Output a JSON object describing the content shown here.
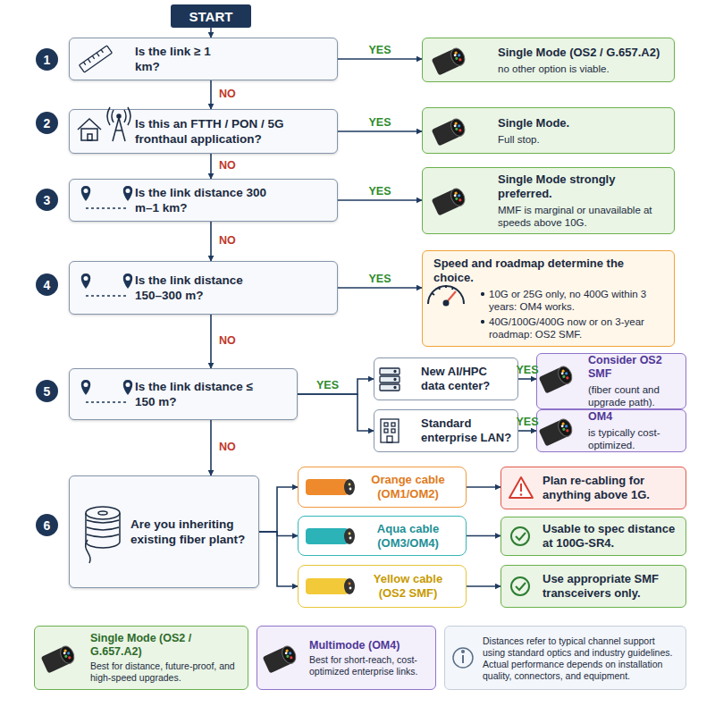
{
  "diagram": {
    "nodes": [
      {
        "text": [
          "START"
        ]
      },
      {
        "text": [
          "1"
        ]
      },
      {
        "text": [
          "Is the link ≥ 1 km?"
        ]
      },
      {
        "text": [
          "Single Mode (OS2 / G.657.A2)",
          "no other option is viable."
        ]
      },
      {
        "text": [
          "2"
        ]
      },
      {
        "text": [
          "Is this an FTTH / PON / 5G fronthaul application?"
        ]
      },
      {
        "text": [
          "Single Mode.",
          "Full stop."
        ]
      },
      {
        "text": [
          "3"
        ]
      },
      {
        "text": [
          "Is the link distance 300 m–1 km?"
        ]
      },
      {
        "text": [
          "Single Mode strongly preferred.",
          "MMF is marginal or unavailable at speeds above 10G."
        ]
      },
      {
        "text": [
          "4"
        ]
      },
      {
        "text": [
          "Is the link distance 150–300 m?"
        ]
      },
      {
        "text": [
          "Speed and roadmap determine the choice.",
          "10G or 25G only, no 400G within 3 years: OM4 works.",
          "40G/100G/400G now or on 3-year roadmap: OS2 SMF."
        ]
      },
      {
        "text": [
          "5"
        ]
      },
      {
        "text": [
          "Is the link distance ≤ 150 m?"
        ]
      },
      {
        "text": [
          "New AI/HPC data center?"
        ]
      },
      {
        "text": [
          "Consider OS2 SMF",
          "(fiber count and upgrade path)."
        ]
      },
      {
        "text": [
          "Standard enterprise LAN?"
        ]
      },
      {
        "text": [
          "OM4",
          "is typically cost-optimized."
        ]
      },
      {
        "text": [
          "6"
        ]
      },
      {
        "text": [
          "Are you inheriting existing fiber plant?"
        ]
      },
      {
        "text": [
          "Orange cable",
          "(OM1/OM2)"
        ]
      },
      {
        "text": [
          "Plan re-cabling for anything above 1G."
        ]
      },
      {
        "text": [
          "Aqua cable",
          "(OM3/OM4)"
        ]
      },
      {
        "text": [
          "Usable to spec distance at 100G-SR4."
        ]
      },
      {
        "text": [
          "Yellow cable",
          "(OS2 SMF)"
        ]
      },
      {
        "text": [
          "Use appropriate SMF transceivers only."
        ]
      },
      {
        "text": [
          "Single Mode (OS2 / G.657.A2)",
          "Best for distance, future-proof, and high-speed upgrades."
        ]
      },
      {
        "text": [
          "Multimode (OM4)",
          "Best for short-reach, cost-optimized enterprise links."
        ]
      },
      {
        "text": [
          "Distances refer to typical channel support using standard optics and industry guidelines. Actual performance depends on installation quality, connectors, and equipment."
        ]
      }
    ],
    "edges": [
      {
        "from": 0,
        "to": 2,
        "arrow": "to"
      },
      {
        "from": 2,
        "to": 3,
        "label": "YES",
        "arrow": "to"
      },
      {
        "from": 2,
        "to": 5,
        "label": "NO",
        "arrow": "to"
      },
      {
        "from": 5,
        "to": 6,
        "label": "YES",
        "arrow": "to"
      },
      {
        "from": 5,
        "to": 8,
        "label": "NO",
        "arrow": "to"
      },
      {
        "from": 8,
        "to": 9,
        "label": "YES",
        "arrow": "to"
      },
      {
        "from": 8,
        "to": 11,
        "label": "NO",
        "arrow": "to"
      },
      {
        "from": 11,
        "to": 12,
        "label": "YES",
        "arrow": "to"
      },
      {
        "from": 11,
        "to": 14,
        "label": "NO",
        "arrow": "to"
      },
      {
        "from": 14,
        "to": 15,
        "label": "YES",
        "arrow": "to"
      },
      {
        "from": 14,
        "to": 17,
        "arrow": "to"
      },
      {
        "from": 15,
        "to": 16,
        "label": "YES",
        "arrow": "to"
      },
      {
        "from": 17,
        "to": 18,
        "label": "YES",
        "arrow": "to"
      },
      {
        "from": 14,
        "to": 20,
        "label": "NO",
        "arrow": "to"
      },
      {
        "from": 20,
        "to": 21,
        "arrow": "to"
      },
      {
        "from": 20,
        "to": 23,
        "arrow": "to"
      },
      {
        "from": 20,
        "to": 25,
        "arrow": "to"
      },
      {
        "from": 21,
        "to": 22,
        "arrow": "to"
      },
      {
        "from": 23,
        "to": 24,
        "arrow": "to"
      },
      {
        "from": 25,
        "to": 26,
        "arrow": "to"
      }
    ]
  }
}
